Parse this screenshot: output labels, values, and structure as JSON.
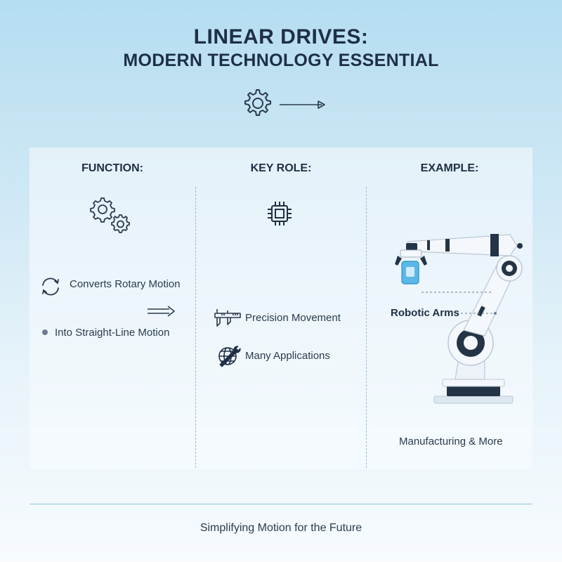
{
  "header": {
    "title_line1": "LINEAR DRIVES:",
    "title_line2": "MODERN TECHNOLOGY ESSENTIAL"
  },
  "columns": {
    "function": {
      "heading": "FUNCTION:",
      "item1": "Converts Rotary Motion",
      "item2": "Into Straight-Line Motion"
    },
    "key_role": {
      "heading": "KEY ROLE:",
      "item1": "Precision Movement",
      "item2": "Many Applications"
    },
    "example": {
      "heading": "EXAMPLE:",
      "callout": "Robotic Arms",
      "caption": "Manufacturing & More"
    }
  },
  "footer": {
    "tagline": "Simplifying Motion for the Future"
  },
  "colors": {
    "heading": "#1e2f45",
    "icon_stroke": "#2b3a4d",
    "robot_white": "#f4f7fb",
    "robot_dark": "#243447",
    "accent_blue": "#5bb8e6"
  }
}
